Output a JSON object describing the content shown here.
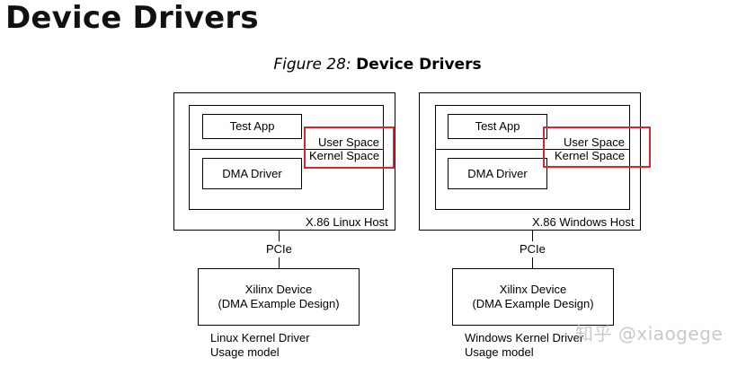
{
  "heading": "Device Drivers",
  "caption": {
    "number": "Figure 28:",
    "title": "Device Drivers"
  },
  "diagrams": [
    {
      "test_app": "Test App",
      "user_space": "User Space",
      "kernel_space": "Kernel Space",
      "dma_driver": "DMA Driver",
      "host": "X.86 Linux Host",
      "pcie": "PCIe",
      "device_line1": "Xilinx Device",
      "device_line2": "(DMA Example Design)",
      "note_line1": "Linux Kernel Driver",
      "note_line2": "Usage model"
    },
    {
      "test_app": "Test App",
      "user_space": "User Space",
      "kernel_space": "Kernel Space",
      "dma_driver": "DMA Driver",
      "host": "X.86 Windows Host",
      "pcie": "PCIe",
      "device_line1": "Xilinx Device",
      "device_line2": "(DMA Example Design)",
      "note_line1": "Windows Kernel Driver",
      "note_line2": "Usage model"
    }
  ],
  "watermark": "知乎 @xiaogege",
  "colors": {
    "highlight": "#d9262c",
    "line": "#000000",
    "watermark": "#c9c9c9"
  }
}
